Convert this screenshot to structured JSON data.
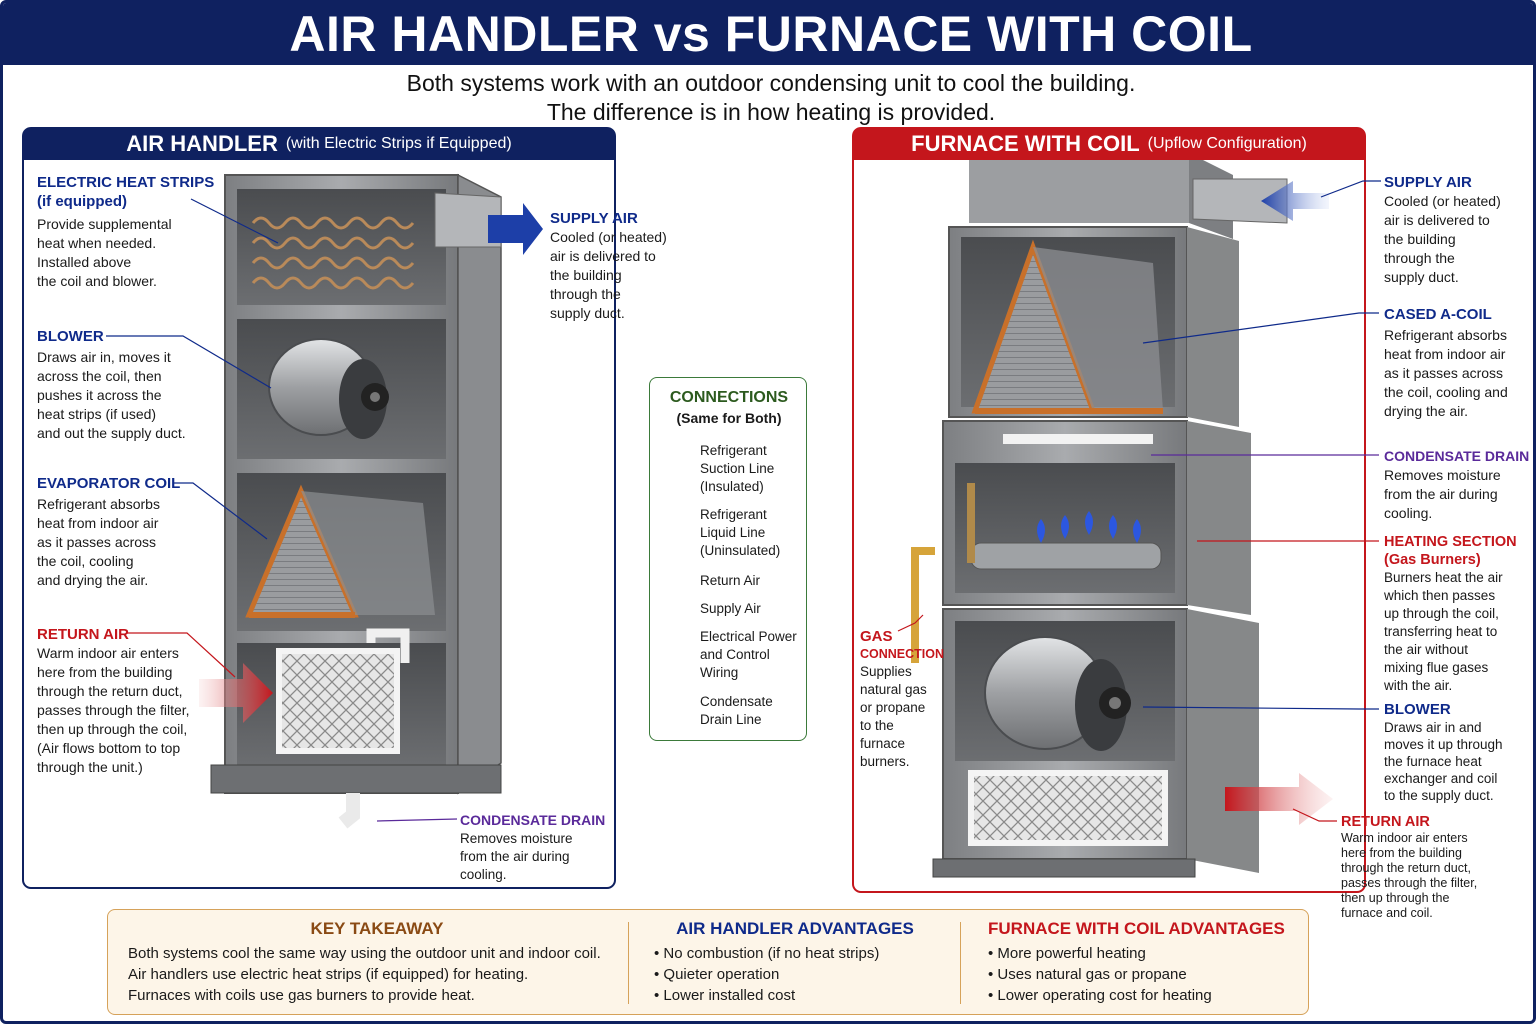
{
  "title": "AIR HANDLER vs FURNACE WITH COIL",
  "intro": {
    "line1": "Both systems work with an outdoor condensing unit to cool the building.",
    "line2": "The difference is in how heating is provided."
  },
  "colors": {
    "navy": "#0f2160",
    "red": "#c4161c",
    "green": "#2c5a1e",
    "purple": "#5a2a9a",
    "copper": "#c8702a"
  },
  "air_handler": {
    "header": "AIR HANDLER",
    "header_sub": "(with Electric Strips if Equipped)",
    "labels": {
      "heat_strips": {
        "title": "ELECTRIC HEAT STRIPS",
        "title2": "(if equipped)",
        "l1": "Provide supplemental",
        "l2": "heat when needed.",
        "l3": "Installed above",
        "l4": "the coil and blower."
      },
      "blower": {
        "title": "BLOWER",
        "l1": "Draws air in, moves it",
        "l2": "across the coil, then",
        "l3": "pushes it across the",
        "l4": "heat strips (if used)",
        "l5": "and out the supply duct."
      },
      "evap_coil": {
        "title": "EVAPORATOR COIL",
        "l1": "Refrigerant absorbs",
        "l2": "heat from indoor air",
        "l3": "as it passes across",
        "l4": "the coil, cooling",
        "l5": "and drying the air."
      },
      "return_air": {
        "title": "RETURN AIR",
        "l1": "Warm indoor air enters",
        "l2": "here from the building",
        "l3": "through the return duct,",
        "l4": "passes through the filter,",
        "l5": "then up through the coil,",
        "l6": "(Air flows bottom to top",
        "l7": "through the unit.)"
      },
      "supply_air": {
        "title": "SUPPLY AIR",
        "l1": "Cooled (or heated)",
        "l2": "air is delivered to",
        "l3": "the building",
        "l4": "through the",
        "l5": "supply duct."
      },
      "condensate": {
        "title": "CONDENSATE DRAIN",
        "l1": "Removes moisture",
        "l2": "from the air during",
        "l3": "cooling."
      }
    }
  },
  "connections": {
    "title": "CONNECTIONS",
    "subtitle": "(Same for Both)",
    "items": [
      {
        "l1": "Refrigerant",
        "l2": "Suction Line",
        "l3": "(Insulated)"
      },
      {
        "l1": "Refrigerant",
        "l2": "Liquid Line",
        "l3": "(Uninsulated)"
      },
      {
        "l1": "Return Air"
      },
      {
        "l1": "Supply Air"
      },
      {
        "l1": "Electrical Power",
        "l2": "and Control",
        "l3": "Wiring"
      },
      {
        "l1": "Condensate",
        "l2": "Drain Line"
      }
    ]
  },
  "furnace": {
    "header": "FURNACE WITH COIL",
    "header_sub": "(Upflow Configuration)",
    "labels": {
      "supply_air": {
        "title": "SUPPLY AIR",
        "l1": "Cooled (or heated)",
        "l2": "air is delivered to",
        "l3": "the building",
        "l4": "through the",
        "l5": "supply duct."
      },
      "a_coil": {
        "title": "CASED A-COIL",
        "l1": "Refrigerant absorbs",
        "l2": "heat from indoor air",
        "l3": "as it passes across",
        "l4": "the coil, cooling and",
        "l5": "drying the air."
      },
      "condensate": {
        "title": "CONDENSATE DRAIN",
        "l1": "Removes moisture",
        "l2": "from the air during",
        "l3": "cooling."
      },
      "heating": {
        "title": "HEATING SECTION",
        "title2": "(Gas Burners)",
        "l1": "Burners heat the air",
        "l2": "which then passes",
        "l3": "up through the coil,",
        "l4": "transferring heat to",
        "l5": "the air without",
        "l6": "mixing flue gases",
        "l7": "with the air."
      },
      "blower": {
        "title": "BLOWER",
        "l1": "Draws air in and",
        "l2": "moves it up through",
        "l3": "the furnace heat",
        "l4": "exchanger and coil",
        "l5": "to the supply duct."
      },
      "return_air": {
        "title": "RETURN AIR",
        "l1": "Warm indoor air enters",
        "l2": "here from the building",
        "l3": "through the return duct,",
        "l4": "passes through the filter,",
        "l5": "then up through the",
        "l6": "furnace and coil."
      },
      "gas": {
        "title": "GAS",
        "title2": "CONNECTION",
        "l1": "Supplies",
        "l2": "natural gas",
        "l3": "or propane",
        "l4": "to the",
        "l5": "furnace",
        "l6": "burners."
      }
    }
  },
  "bottom": {
    "takeaway": {
      "title": "KEY TAKEAWAY",
      "l1": "Both systems cool the same way using the outdoor unit and indoor coil.",
      "l2": "Air handlers use electric heat strips (if equipped) for heating.",
      "l3": "Furnaces with coils use gas burners to provide heat."
    },
    "ah_adv": {
      "title": "AIR HANDLER ADVANTAGES",
      "items": [
        "No combustion (if no heat strips)",
        "Quieter operation",
        "Lower installed cost"
      ]
    },
    "fc_adv": {
      "title": "FURNACE WITH COIL ADVANTAGES",
      "items": [
        "More powerful heating",
        "Uses natural gas or propane",
        "Lower operating cost for heating"
      ]
    }
  }
}
